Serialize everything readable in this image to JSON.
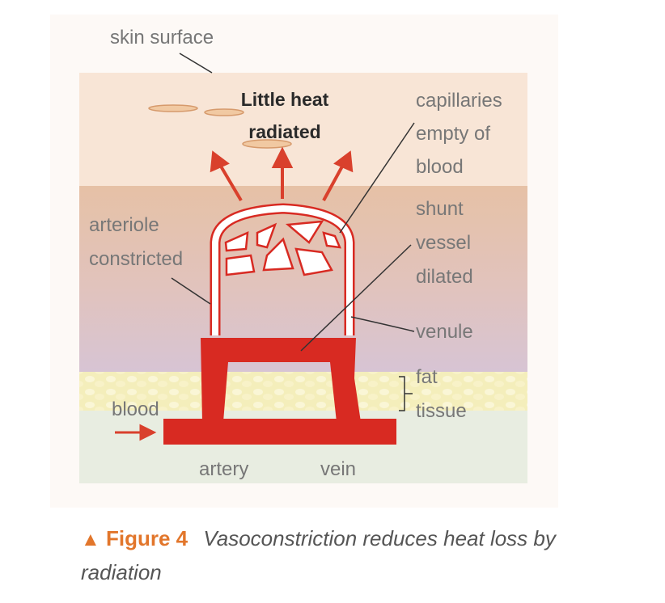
{
  "labels": {
    "skin_surface": "skin surface",
    "little_heat_line1": "Little heat",
    "little_heat_line2": "radiated",
    "capillaries_line1": "capillaries",
    "capillaries_line2": "empty of",
    "capillaries_line3": "blood",
    "shunt_line1": "shunt",
    "shunt_line2": "vessel",
    "shunt_line3": "dilated",
    "arteriole_line1": "arteriole",
    "arteriole_line2": "constricted",
    "venule": "venule",
    "fat_line1": "fat",
    "fat_line2": "tissue",
    "blood": "blood",
    "artery": "artery",
    "vein": "vein"
  },
  "caption": {
    "marker": "▲",
    "figure": "Figure 4",
    "text": "Vasoconstriction reduces heat loss by radiation"
  },
  "colors": {
    "vessel_red": "#d82a22",
    "arrow_red": "#d9402c",
    "accent_orange": "#e2762b"
  }
}
